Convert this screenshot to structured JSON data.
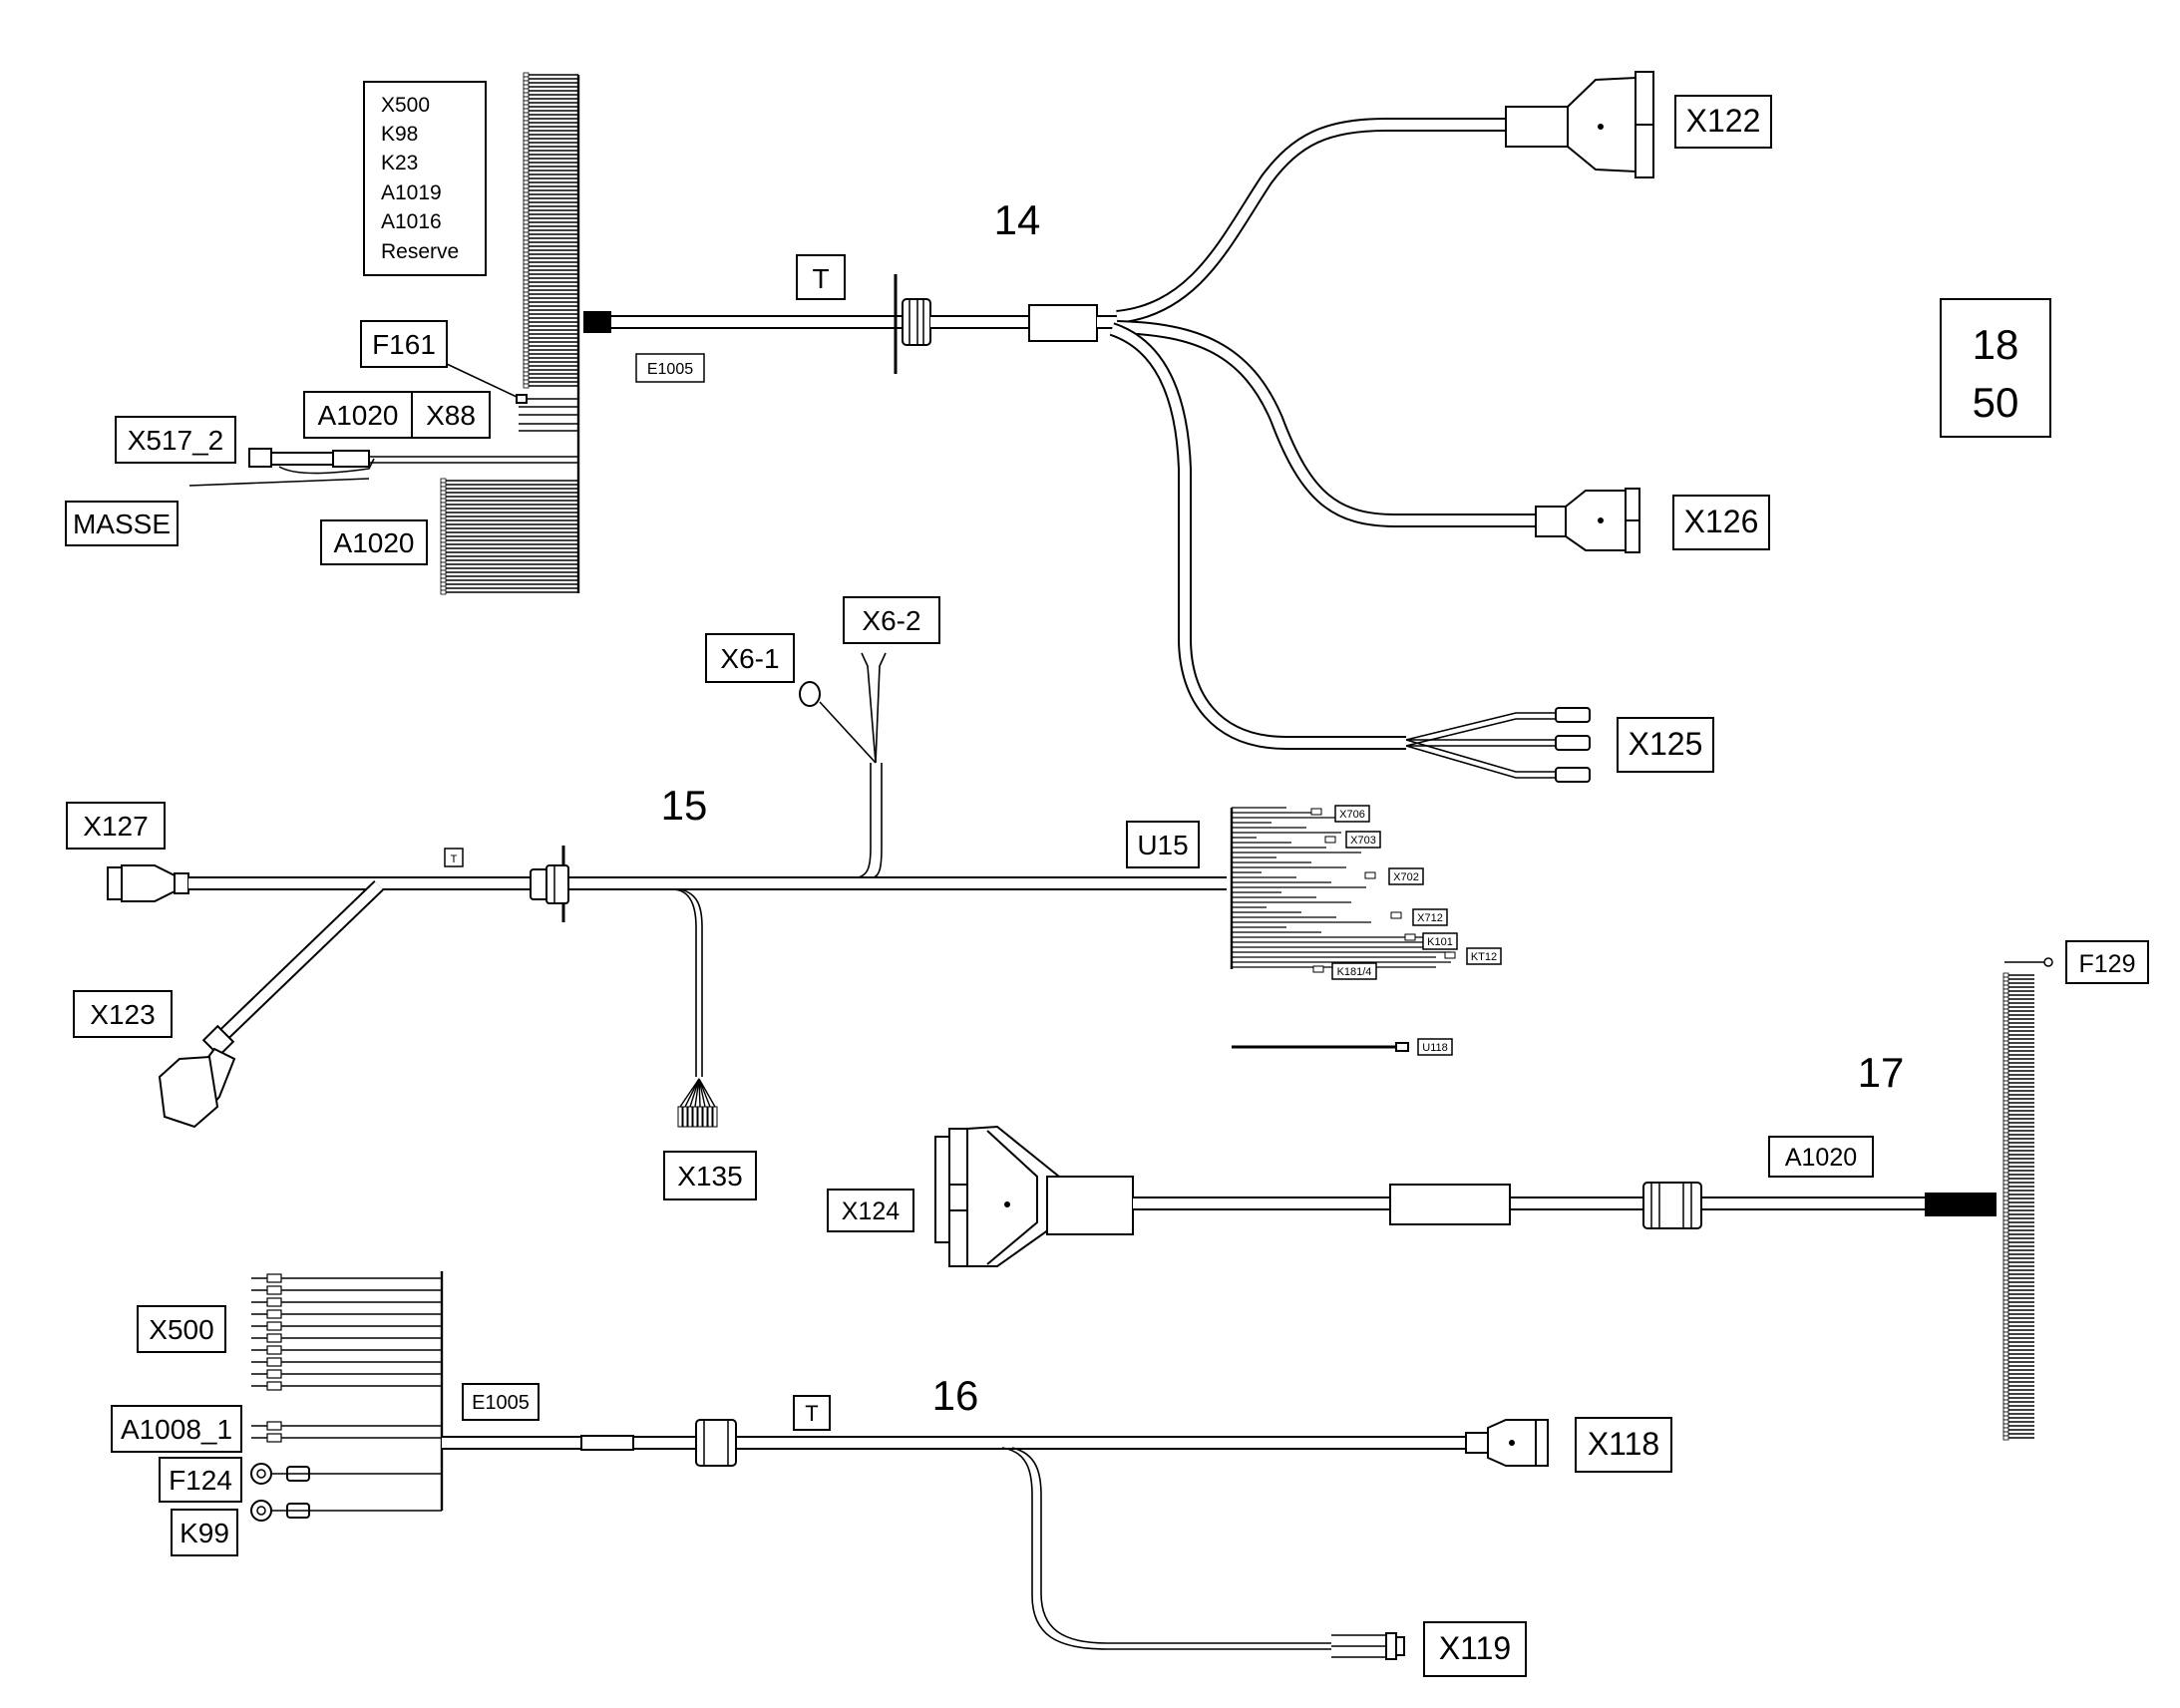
{
  "title_box": {
    "line1": "18",
    "line2": "50"
  },
  "assemblies": {
    "a14": "14",
    "a15": "15",
    "a16": "16",
    "a17": "17"
  },
  "list_box": [
    "X500",
    "K98",
    "K23",
    "A1019",
    "A1016",
    "Reserve"
  ],
  "labels": {
    "f161": "F161",
    "a1020_top": "A1020",
    "x88": "X88",
    "x517_2": "X517_2",
    "masse": "MASSE",
    "a1020_mid": "A1020",
    "t14": "T",
    "e1005_top": "E1005",
    "x122": "X122",
    "x126": "X126",
    "x125": "X125",
    "x6_1": "X6-1",
    "x6_2": "X6-2",
    "x127": "X127",
    "t15": "T",
    "u15": "U15",
    "x123": "X123",
    "x135": "X135",
    "x706": "X706",
    "x703": "X703",
    "x702": "X702",
    "x712": "X712",
    "k101": "K101",
    "kt12": "KT12",
    "k1814": "K181/4",
    "u118": "U118",
    "f129": "F129",
    "a1020_17": "A1020",
    "x124": "X124",
    "x500": "X500",
    "e1005_16": "E1005",
    "a1008_1": "A1008_1",
    "f124": "F124",
    "k99": "K99",
    "t16": "T",
    "x118": "X118",
    "x119": "X119"
  }
}
